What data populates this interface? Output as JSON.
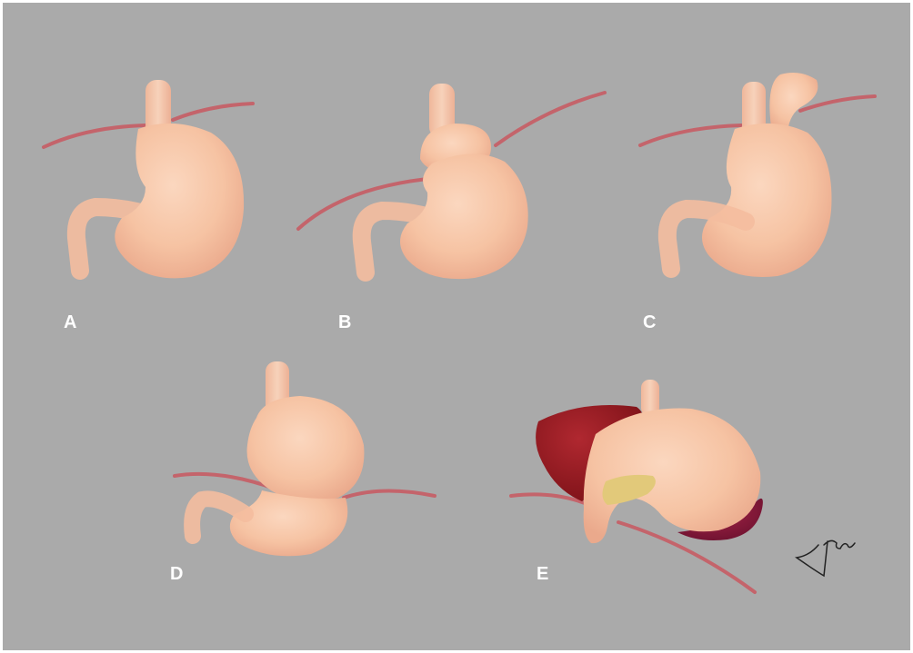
{
  "panels": [
    {
      "id": "A",
      "label": "A"
    },
    {
      "id": "B",
      "label": "B"
    },
    {
      "id": "C",
      "label": "C"
    },
    {
      "id": "D",
      "label": "D"
    },
    {
      "id": "E",
      "label": "E"
    }
  ],
  "colors": {
    "background": "#a9a9a9",
    "stomach": "#f6c3a3",
    "stomach_shadow": "#e9a58a",
    "diaphragm": "#c4646b",
    "liver": "#9b1c24",
    "spleen": "#8a1a3a",
    "pancreas": "#e2c97a",
    "label": "#ffffff"
  },
  "icons": {
    "signature": "artist-signature"
  }
}
